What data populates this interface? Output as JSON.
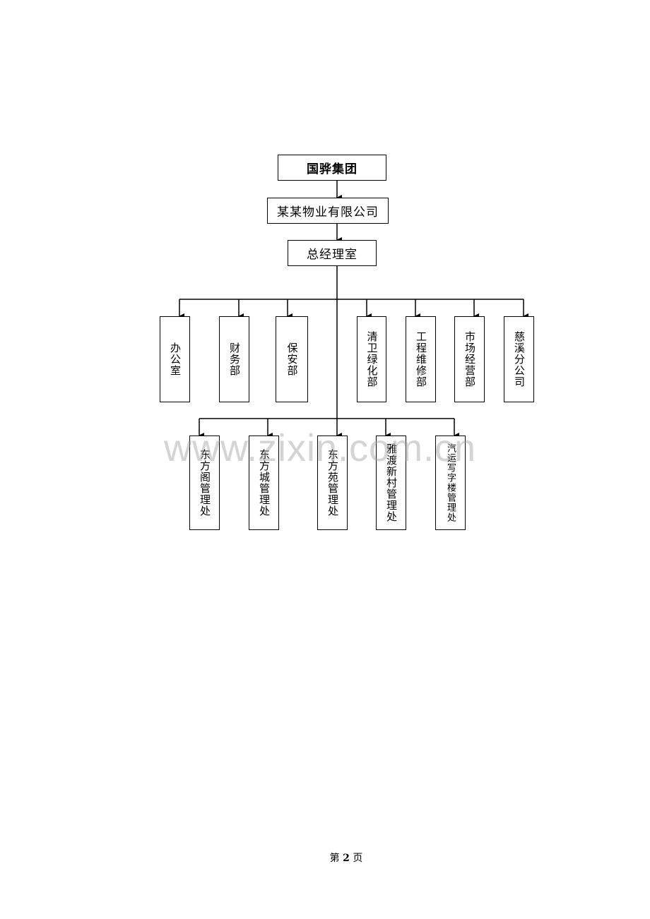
{
  "chart": {
    "root": "国骅集团",
    "company": "某某物业有限公司",
    "office": "总经理室",
    "departments": [
      "办公室",
      "财务部",
      "保安部",
      "清卫绿化部",
      "工程维修部",
      "市场经营部",
      "慈溪分公司"
    ],
    "branches": [
      "东方阁管理处",
      "东方城管理处",
      "东方苑管理处",
      "雅渡新村管理处",
      "汽运写字楼管理处"
    ]
  },
  "watermark": "www.zixin.com.cn",
  "footer": {
    "prefix": "第",
    "page": "2",
    "suffix": "页"
  }
}
